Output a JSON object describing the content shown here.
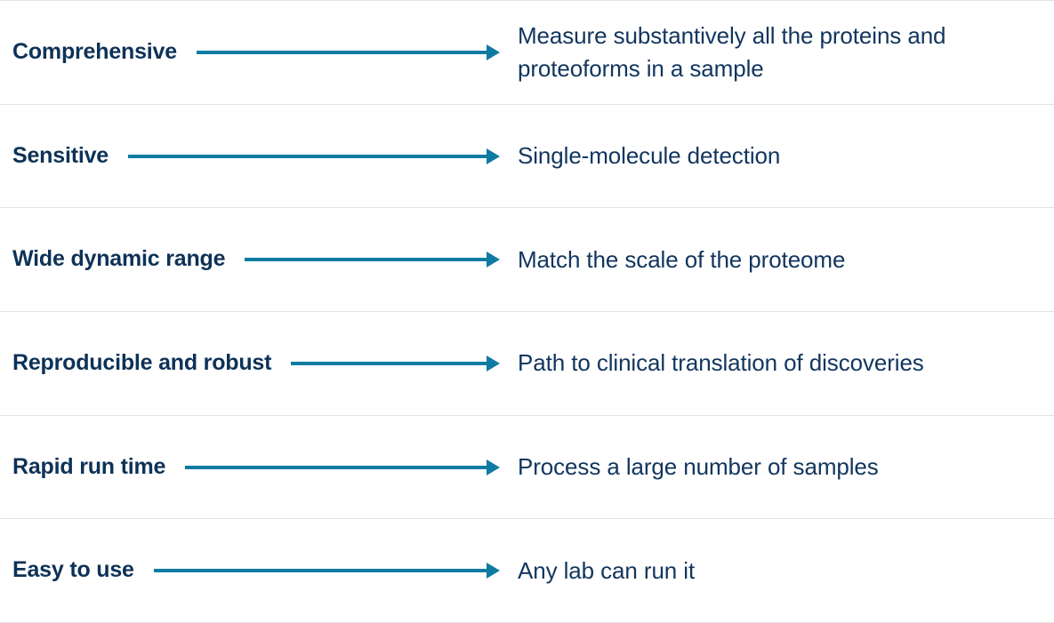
{
  "theme": {
    "background": "#ffffff",
    "label_color": "#0d3257",
    "description_color": "#11355e",
    "arrow_color": "#0f7ba2",
    "divider_color": "#e3e3e5"
  },
  "rows": [
    {
      "label": "Comprehensive",
      "arrow": "arrow-right",
      "description": "Measure substantively all the proteins and proteoforms in a sample"
    },
    {
      "label": "Sensitive",
      "arrow": "arrow-right",
      "description": "Single-molecule detection"
    },
    {
      "label": "Wide dynamic range",
      "arrow": "arrow-right",
      "description": "Match the scale of the proteome"
    },
    {
      "label": "Reproducible and robust",
      "arrow": "arrow-right",
      "description": "Path to clinical translation of discoveries"
    },
    {
      "label": "Rapid run time",
      "arrow": "arrow-right",
      "description": "Process a large number of samples"
    },
    {
      "label": "Easy to use",
      "arrow": "arrow-right",
      "description": "Any lab can run it"
    }
  ]
}
